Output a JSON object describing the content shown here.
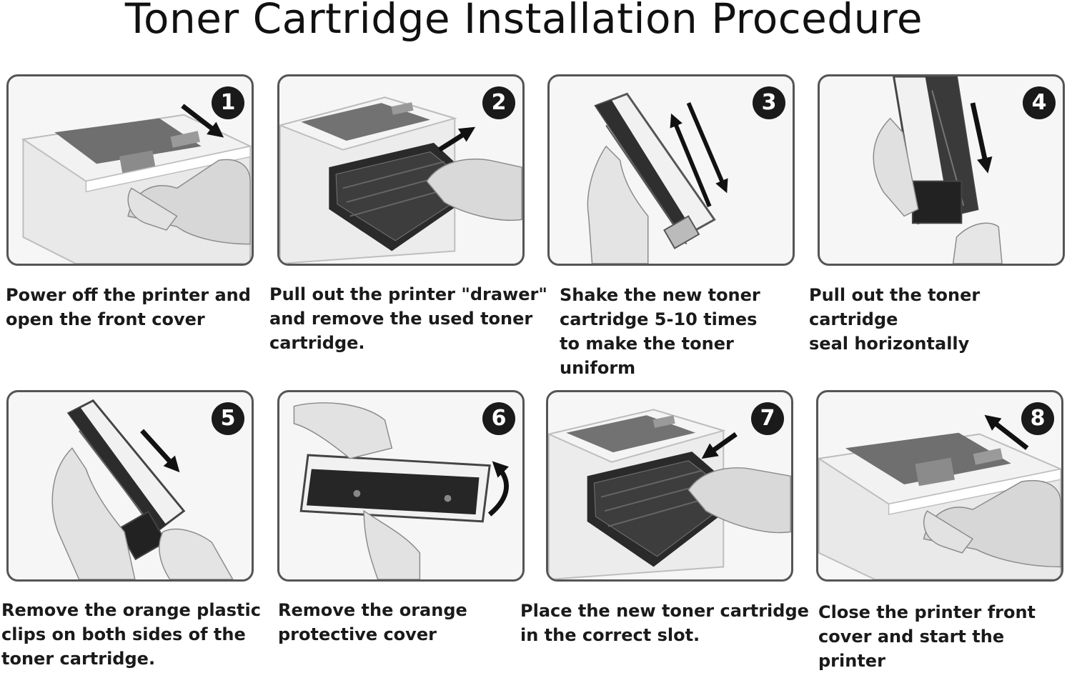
{
  "title": "Toner Cartridge Installation Procedure",
  "colors": {
    "ink": "#1a1a1a",
    "panel_border": "#555555",
    "panel_bg": "#f6f6f6"
  },
  "steps": [
    {
      "number": "1",
      "caption": "Power off the printer and\nopen the front cover",
      "icon": "arrow-down-right-icon"
    },
    {
      "number": "2",
      "caption": "Pull out the printer \"drawer\"\nand remove the used toner\ncartridge.",
      "icon": "arrow-up-right-icon"
    },
    {
      "number": "3",
      "caption": "Shake the new toner\ncartridge 5-10 times\nto make the toner\nuniform",
      "icon": "shake-arrows-icon"
    },
    {
      "number": "4",
      "caption": "Pull out the toner cartridge\nseal horizontally",
      "icon": "arrow-down-icon"
    },
    {
      "number": "5",
      "caption": "Remove the orange plastic\nclips on both sides of the\n toner cartridge.",
      "icon": "arrow-down-right-icon"
    },
    {
      "number": "6",
      "caption": "Remove the orange\nprotective cover",
      "icon": "curved-arrow-up-icon"
    },
    {
      "number": "7",
      "caption": "Place the new toner cartridge\nin the correct slot.",
      "icon": "arrow-down-left-icon"
    },
    {
      "number": "8",
      "caption": "Close the printer front\ncover and start the printer",
      "icon": "arrow-up-left-icon"
    }
  ]
}
